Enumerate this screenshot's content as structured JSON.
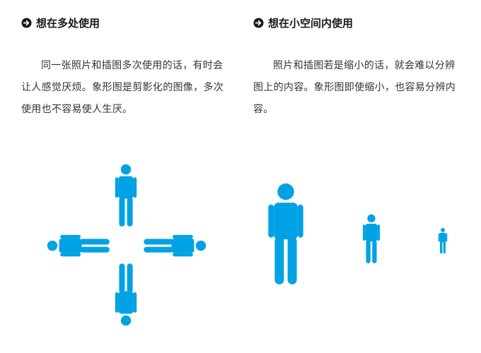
{
  "colors": {
    "pictogram": "#00a2e5",
    "heading_icon": "#1a1a1a",
    "text": "#333333"
  },
  "left_section": {
    "title": "想在多处使用",
    "icon": "arrow-circle-right-icon",
    "body": "同一张照片和插图多次使用的话，有时会让人感觉厌烦。象形图是剪影化的图像，多次使用也不容易使人生厌。"
  },
  "right_section": {
    "title": "想在小空间内使用",
    "icon": "arrow-circle-right-icon",
    "body": "照片和插图若是缩小的话，就会难以分辨图上的内容。象形图即使缩小，也容易分辨内容。"
  }
}
